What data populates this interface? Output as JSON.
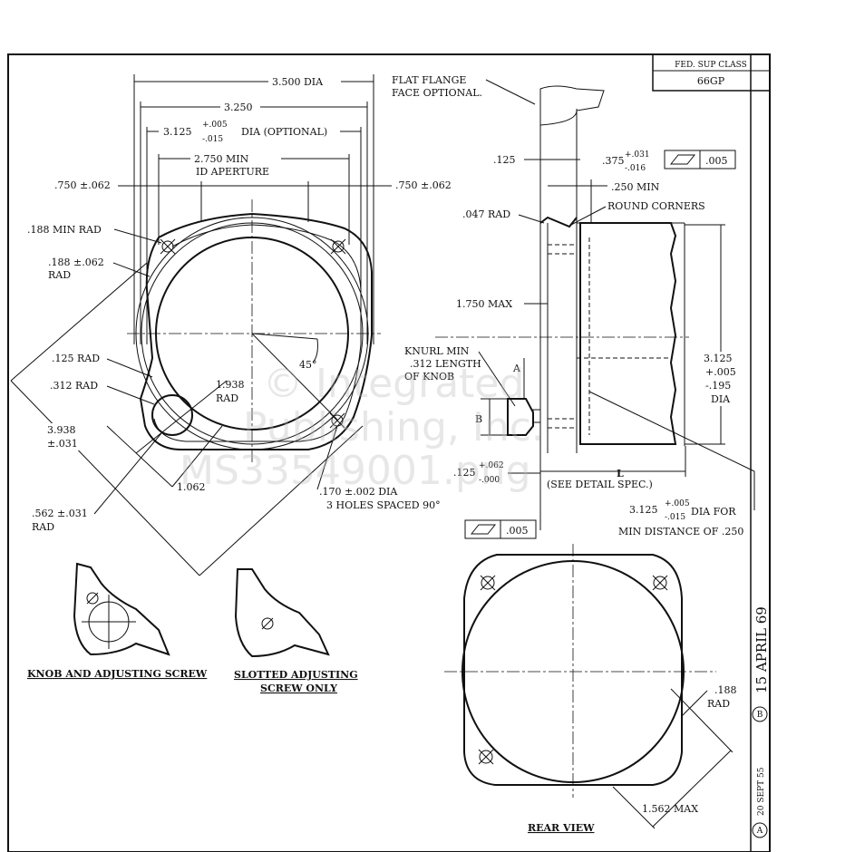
{
  "title_block": {
    "header": "FED. SUP CLASS",
    "value": "66GP"
  },
  "revision": {
    "a_mark": "A",
    "a_date": "20 SEPT 55",
    "b_mark": "B",
    "b_date": "15 APRIL 69"
  },
  "front_view": {
    "dim_3500": "3.500  DIA",
    "dim_3250": "3.250",
    "dim_3125_main": "3.125",
    "dim_3125_tol_plus": "+.005",
    "dim_3125_tol_minus": "-.015",
    "dim_3125_note": "DIA (OPTIONAL)",
    "dim_2750": "2.750 MIN",
    "dim_2750_note": "ID APERTURE",
    "dim_750_left": ".750 ±.062",
    "dim_750_right": ".750 ±.062",
    "min_rad": ".188 MIN RAD",
    "rad_188_a": ".188 ±.062",
    "rad_188_b": "RAD",
    "rad_125": ".125 RAD",
    "rad_312": ".312 RAD",
    "dim_3938_a": "3.938",
    "dim_3938_b": "±.031",
    "rad_1938_a": "1.938",
    "rad_1938_b": "RAD",
    "angle_45": "45°",
    "dim_1062": "1.062",
    "rad_562_a": ".562 ±.031",
    "rad_562_b": "RAD",
    "holes_a": ".170 ±.002 DIA",
    "holes_b": "3 HOLES SPACED 90°"
  },
  "side_view": {
    "flange_a": "FLAT FLANGE",
    "flange_b": "FACE OPTIONAL.",
    "dim_125": ".125",
    "dim_375": ".375",
    "dim_375_plus": "+.031",
    "dim_375_minus": "-.016",
    "flatness_top": ".005",
    "dim_250": ".250 MIN",
    "rad_047": ".047 RAD",
    "round_corners": "ROUND CORNERS",
    "dim_1750": "1.750 MAX",
    "knurl_a": "KNURL MIN",
    "knurl_b": ".312 LENGTH",
    "knurl_c": "OF KNOB",
    "label_a": "A",
    "label_b": "B",
    "dia_3125_a": "3.125",
    "dia_3125_b": "+.005",
    "dia_3125_c": "-.195",
    "dia_3125_d": "DIA",
    "dim_125_bot": ".125",
    "dim_125_plus": "+.062",
    "dim_125_minus": "-.000",
    "label_l": "L",
    "detail_spec": "(SEE DETAIL SPEC.)",
    "dia_for_a": "3.125",
    "dia_for_plus": "+.005",
    "dia_for_minus": "-.015",
    "dia_for_b": "DIA FOR",
    "dia_for_c": "MIN DISTANCE OF .250",
    "flatness_bot": ".005"
  },
  "details": {
    "knob_caption": "KNOB AND ADJUSTING SCREW",
    "slotted_caption_a": "SLOTTED ADJUSTING",
    "slotted_caption_b": "SCREW ONLY"
  },
  "rear_view": {
    "rad_188_a": ".188",
    "rad_188_b": "RAD",
    "dim_1562": "1.562 MAX",
    "caption": "REAR VIEW"
  },
  "watermark": [
    "© Integrated",
    "Publishing, Inc.",
    "MS33549001.png"
  ]
}
